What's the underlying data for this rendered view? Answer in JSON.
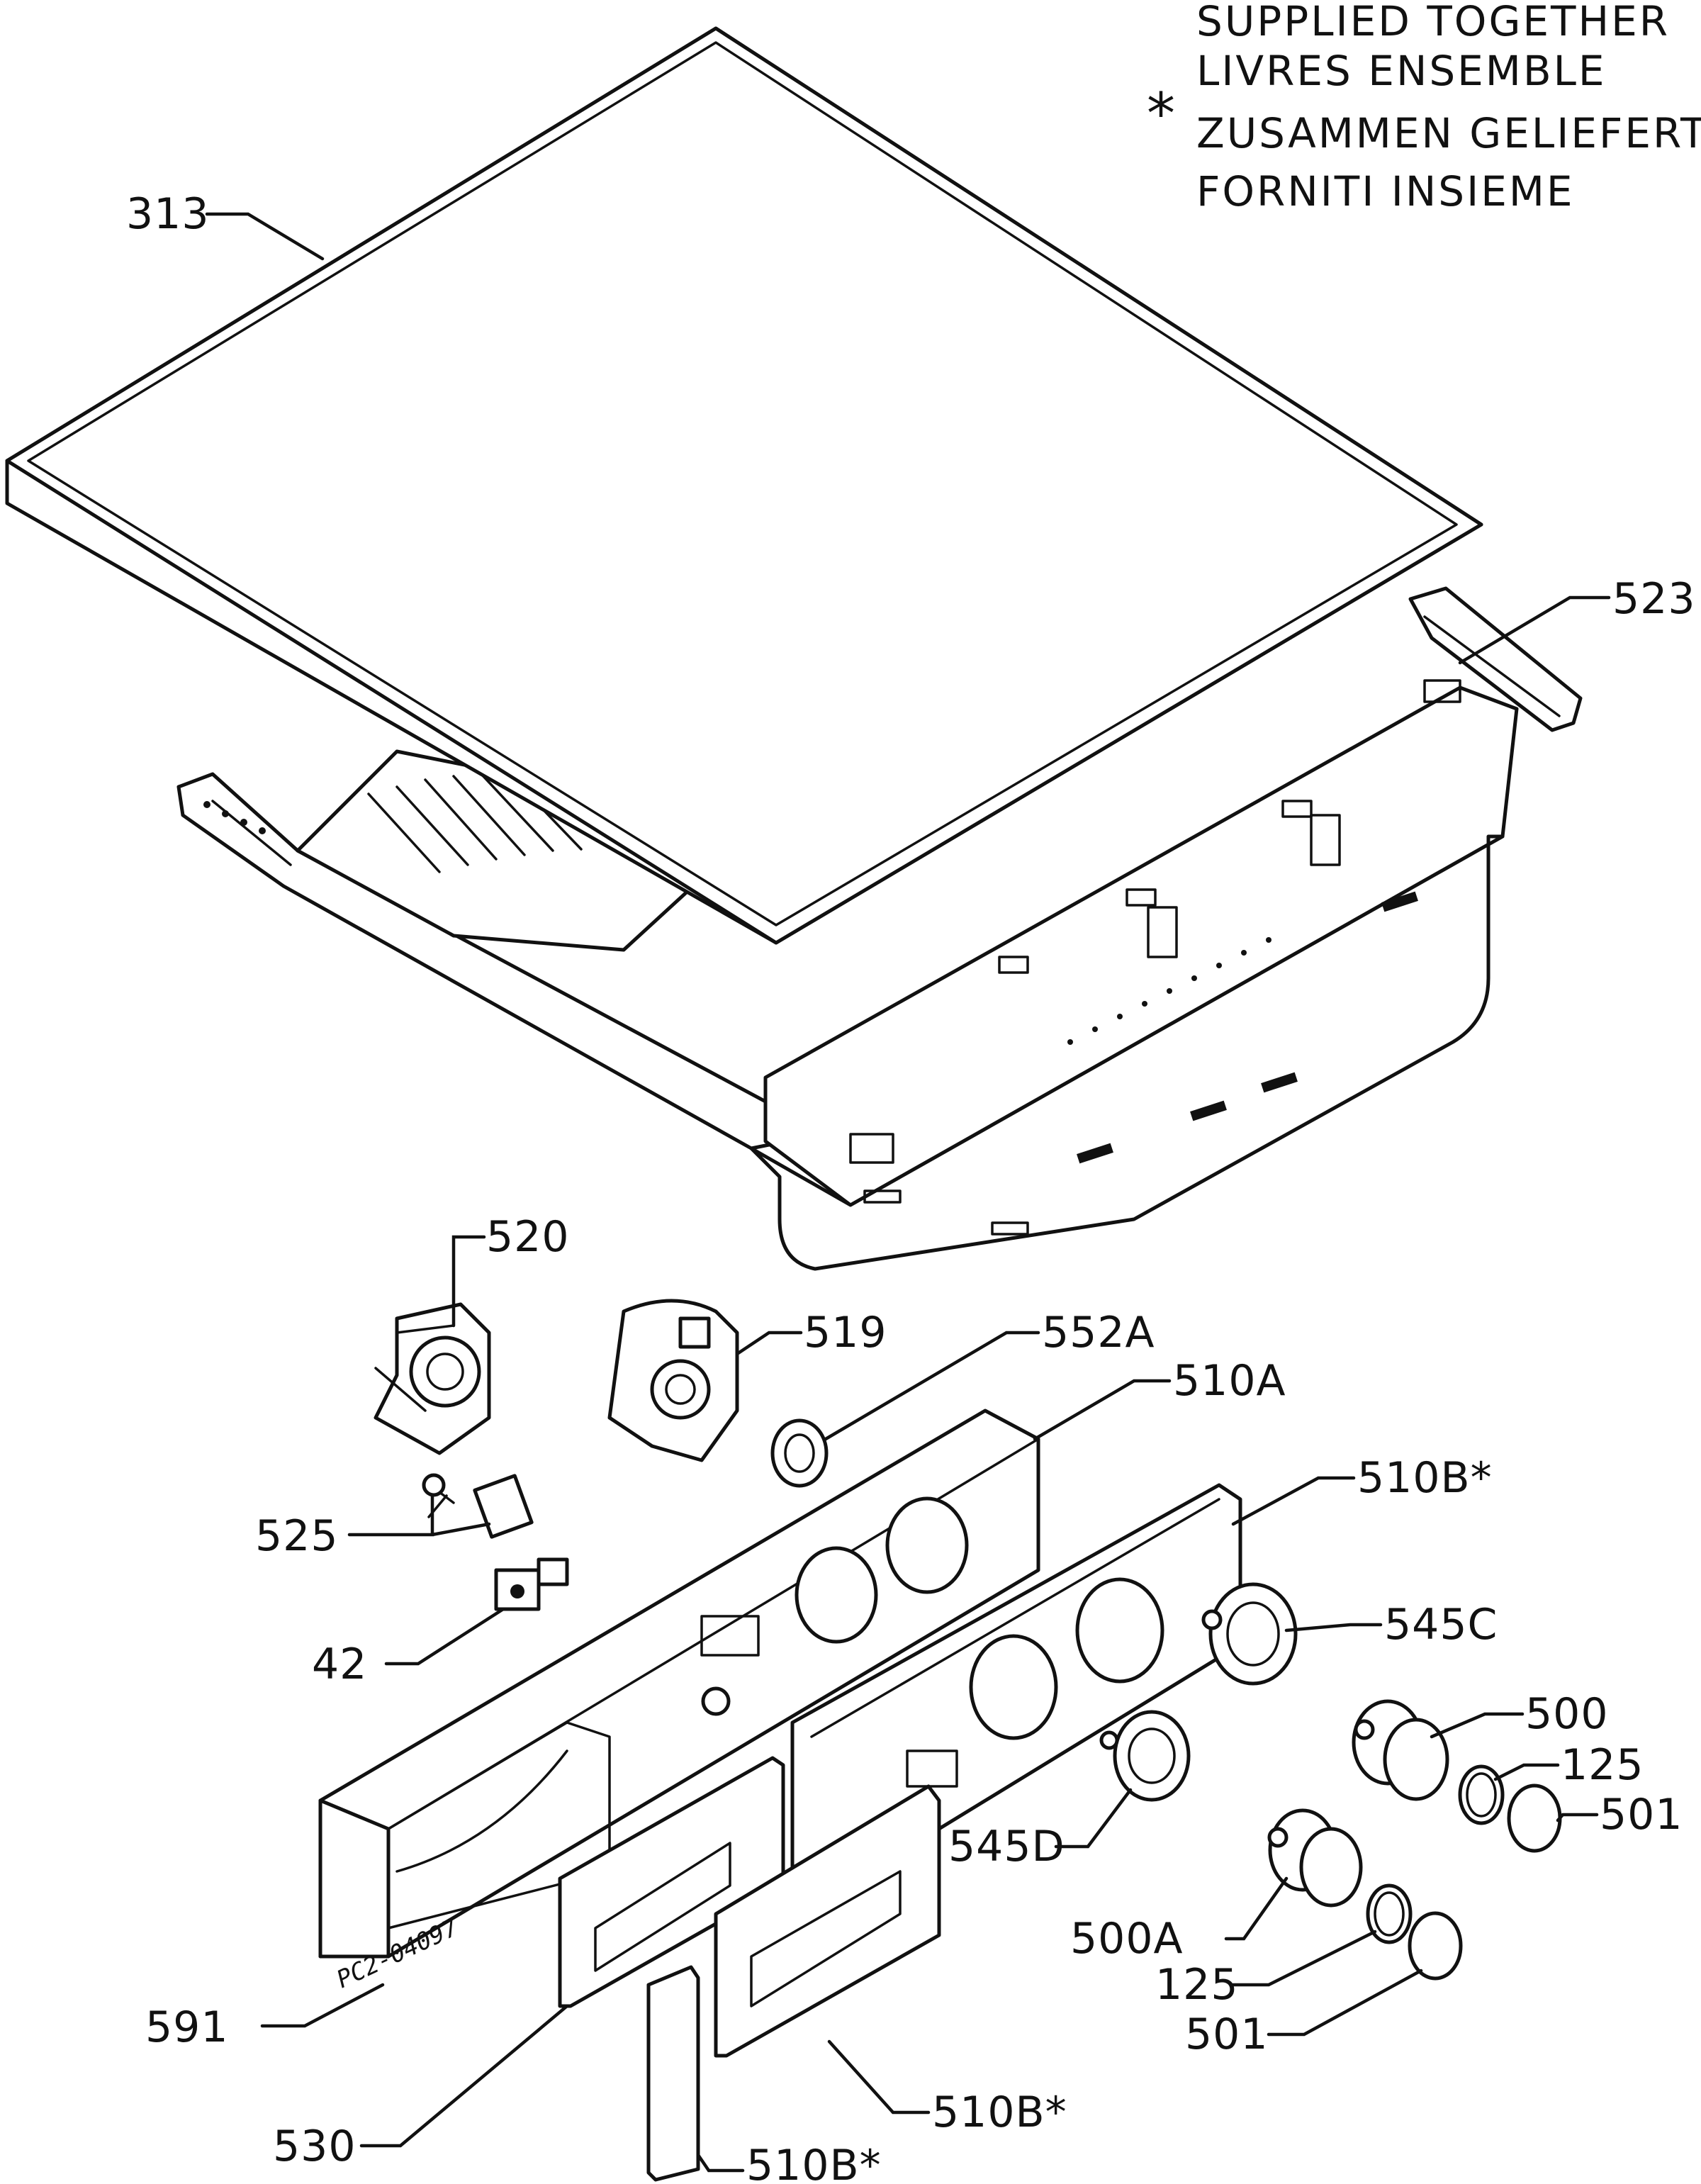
{
  "note": {
    "lines": [
      "SUPPLIED TOGETHER",
      "LIVRES ENSEMBLE",
      "ZUSAMMEN GELIEFERT",
      "FORNITI INSIEME"
    ],
    "symbol": "*"
  },
  "labels": {
    "p313": "313",
    "p523": "523",
    "p520": "520",
    "p519": "519",
    "p552a": "552A",
    "p510a": "510A",
    "p510b_upper": "510B*",
    "p525": "525",
    "p42": "42",
    "p545c": "545C",
    "p500": "500",
    "p125_upper": "125",
    "p501_upper": "501",
    "p545d": "545D",
    "p500a": "500A",
    "p125_lower": "125",
    "p501_lower": "501",
    "p591": "591",
    "p530": "530",
    "p510b_lower": "510B*",
    "p510b_bottom": "510B*"
  },
  "drawing_code": "PC2-04097"
}
